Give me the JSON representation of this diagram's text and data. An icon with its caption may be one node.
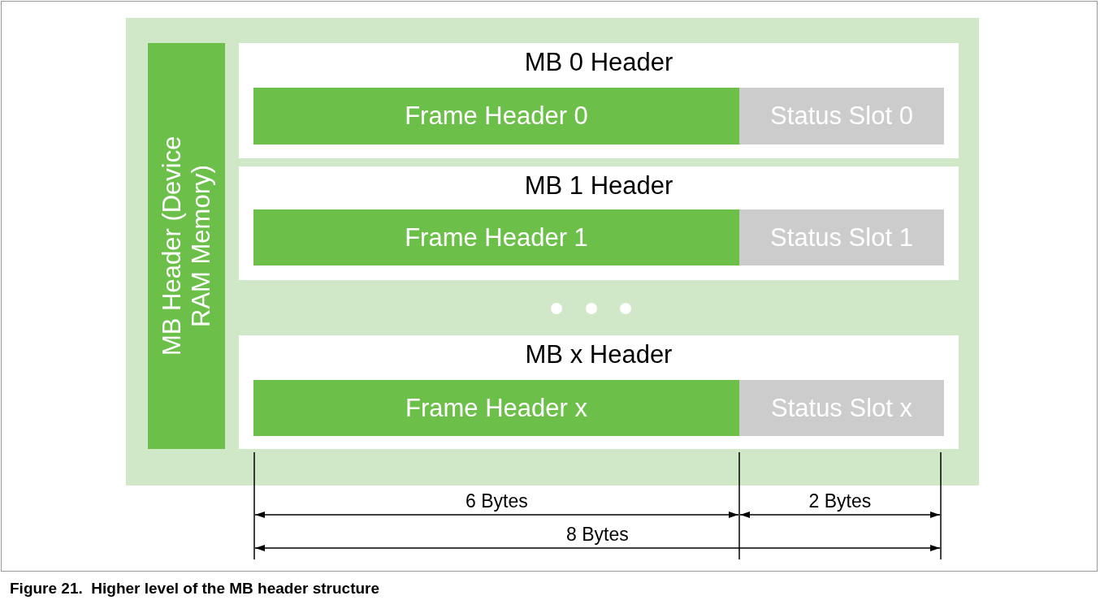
{
  "diagram": {
    "caption": "Figure 21.  Higher level of the MB header structure",
    "nodes": [
      {
        "text": [],
        "shape": "box"
      },
      {
        "text": [
          "MB Header (Device RAM Memory)"
        ],
        "in": 0
      },
      {
        "text": [
          "MB 0 Header"
        ],
        "in": 0
      },
      {
        "text": [
          "Frame Header 0"
        ],
        "in": 2
      },
      {
        "text": [
          "Status Slot 0"
        ],
        "in": 2
      },
      {
        "text": [
          "MB 1 Header"
        ],
        "in": 0
      },
      {
        "text": [
          "Frame Header 1"
        ],
        "in": 5
      },
      {
        "text": [
          "Status Slot 1"
        ],
        "in": 5
      },
      {
        "text": [
          "MB x Header"
        ],
        "in": 0
      },
      {
        "text": [
          "Frame Header x"
        ],
        "in": 8
      },
      {
        "text": [
          "Status Slot x"
        ],
        "in": 8
      }
    ],
    "labels": [
      "6 Bytes",
      "2 Bytes",
      "8 Bytes"
    ]
  }
}
